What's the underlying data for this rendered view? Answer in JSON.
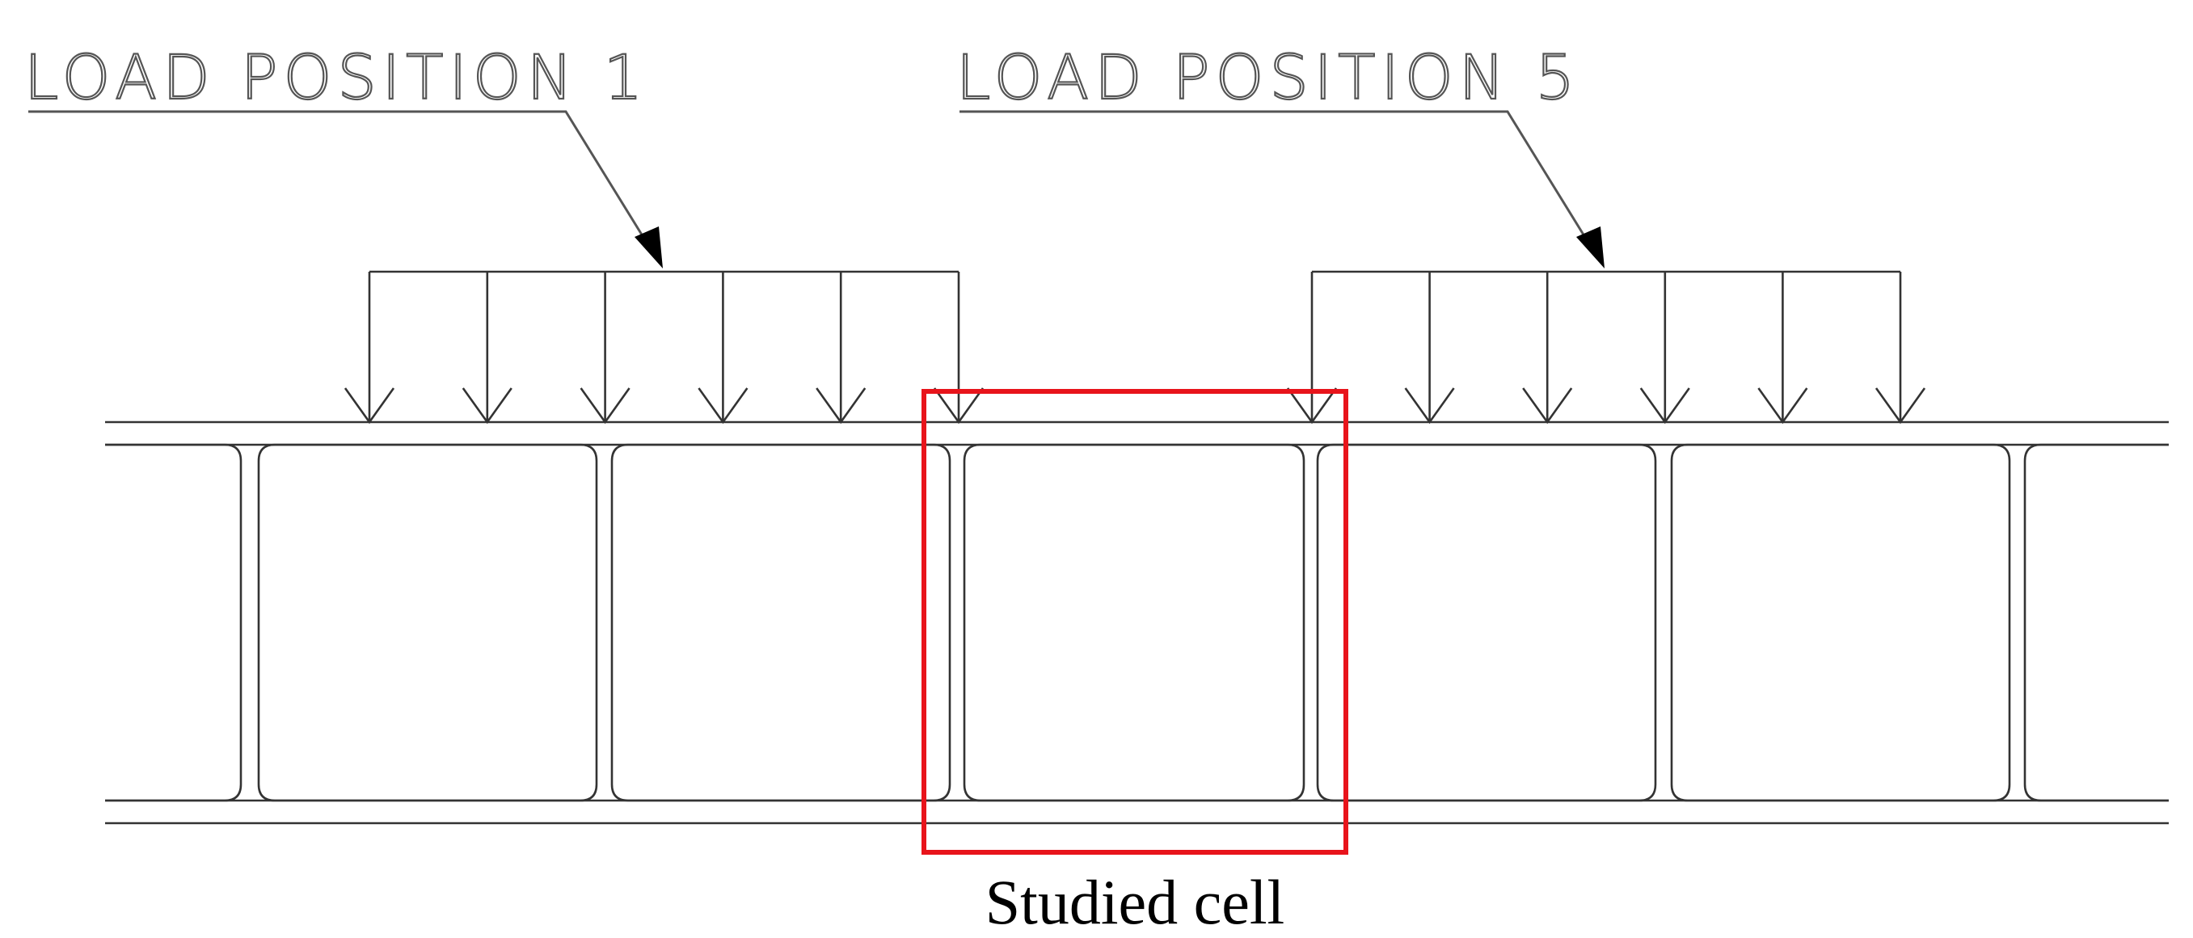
{
  "labels": {
    "load_position_1": "LOAD POSITION 1",
    "load_position_5": "LOAD POSITION 5",
    "studied_cell": "Studied cell"
  },
  "colors": {
    "line": "#333333",
    "leader": "#555555",
    "highlight": "#e8141b",
    "background": "#ffffff"
  }
}
